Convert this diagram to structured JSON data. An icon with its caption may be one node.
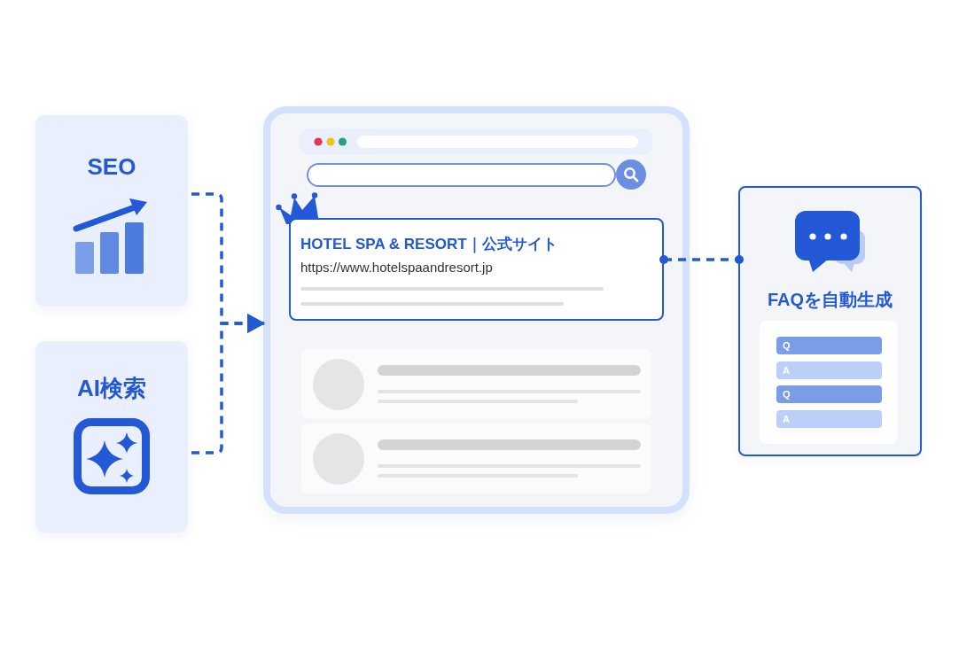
{
  "diagram": {
    "nodes": [
      {
        "text": [
          "SEO"
        ]
      },
      {
        "text": [
          "AI検索"
        ]
      },
      {
        "text": [],
        "shape": "box"
      },
      {
        "text": [
          "HOTEL SPA & RESORT｜公式サイト",
          "https://www.hotelspaandresort.jp"
        ],
        "in": 2
      },
      {
        "text": [
          "FAQを自動生成"
        ]
      },
      {
        "text": [
          "Q"
        ],
        "in": 4
      },
      {
        "text": [
          "A"
        ],
        "in": 4
      },
      {
        "text": [
          "Q"
        ],
        "in": 4
      },
      {
        "text": [
          "A"
        ],
        "in": 4
      }
    ],
    "edges": [
      {
        "from": 0,
        "to": 2,
        "arrow": "to",
        "style": "dashed"
      },
      {
        "from": 1,
        "to": 2,
        "arrow": "to",
        "style": "dashed"
      },
      {
        "from": 3,
        "to": 4,
        "arrow": "other",
        "style": "dashed"
      }
    ]
  }
}
